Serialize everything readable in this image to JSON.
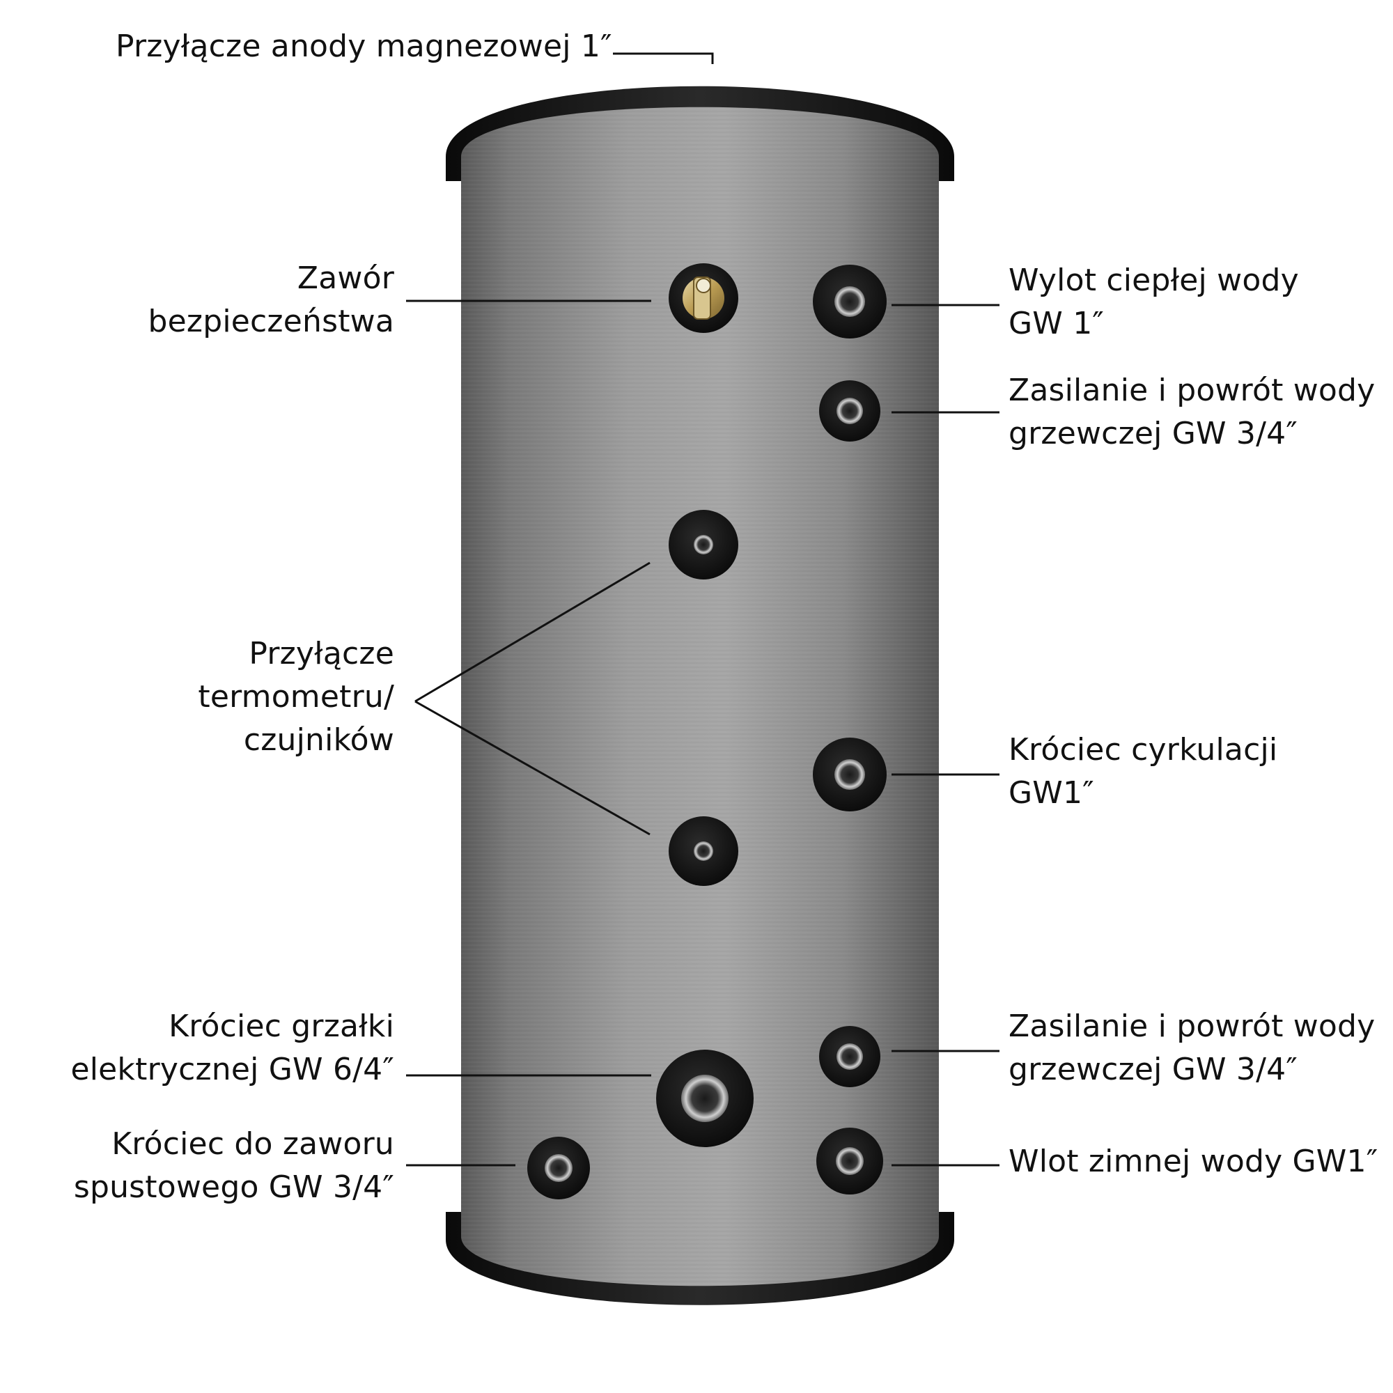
{
  "callouts": {
    "anode": {
      "lines": [
        "Przyłącze anody magnezowej 1″"
      ]
    },
    "safety_valve": {
      "lines": [
        "Zawór",
        "bezpieczeństwa"
      ]
    },
    "thermometer": {
      "lines": [
        "Przyłącze",
        "termometru/",
        "czujników"
      ]
    },
    "heater": {
      "lines": [
        "Króciec grzałki",
        "elektrycznej GW 6/4″"
      ]
    },
    "drain": {
      "lines": [
        "Króciec do zaworu",
        "spustowego GW 3/4″"
      ]
    },
    "hot_outlet": {
      "lines": [
        "Wylot ciepłej wody",
        "GW 1″"
      ]
    },
    "heating_upper": {
      "lines": [
        "Zasilanie i powrót wody",
        "grzewczej GW 3/4″"
      ]
    },
    "circulation": {
      "lines": [
        "Króciec cyrkulacji",
        "GW1″"
      ]
    },
    "heating_lower": {
      "lines": [
        "Zasilanie i powrót wody",
        "grzewczej GW 3/4″"
      ]
    },
    "cold_inlet": {
      "lines": [
        "Wlot zimnej wody GW1″"
      ]
    }
  },
  "colors": {
    "tank_body": "#8c8c8c",
    "tank_caps": "#111111",
    "port_rubber": "#151515",
    "leader_lines": "#111111",
    "text": "#111111"
  }
}
